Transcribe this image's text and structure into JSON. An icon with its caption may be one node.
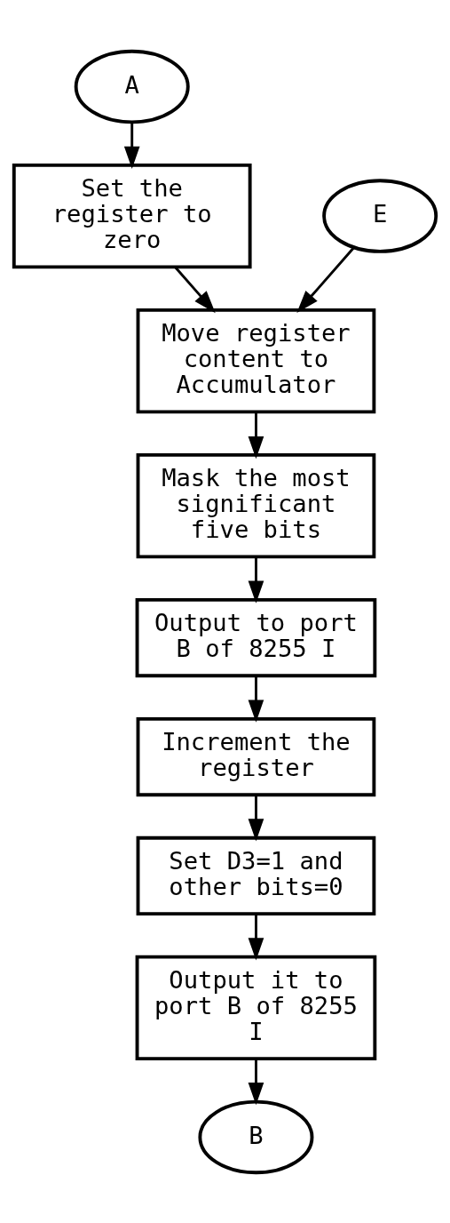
{
  "diagram": {
    "nodes": [
      {
        "text": [
          "A"
        ]
      },
      {
        "text": [
          "Set the register to zero"
        ]
      },
      {
        "text": [
          "E"
        ]
      },
      {
        "text": [
          "Move register content to Accumulator"
        ]
      },
      {
        "text": [
          "Mask the most significant five bits"
        ]
      },
      {
        "text": [
          "Output to port B of 8255 I"
        ]
      },
      {
        "text": [
          "Increment the register"
        ]
      },
      {
        "text": [
          "Set D3=1 and other bits=0"
        ]
      },
      {
        "text": [
          "Output it to port B of 8255 I"
        ]
      },
      {
        "text": [
          "B"
        ]
      }
    ],
    "edges": [
      {
        "from": 0,
        "to": 1,
        "arrow": "to"
      },
      {
        "from": 1,
        "to": 3,
        "arrow": "to"
      },
      {
        "from": 2,
        "to": 3,
        "arrow": "to"
      },
      {
        "from": 3,
        "to": 4,
        "arrow": "to"
      },
      {
        "from": 4,
        "to": 5,
        "arrow": "to"
      },
      {
        "from": 5,
        "to": 6,
        "arrow": "to"
      },
      {
        "from": 6,
        "to": 7,
        "arrow": "to"
      },
      {
        "from": 7,
        "to": 8,
        "arrow": "to"
      },
      {
        "from": 8,
        "to": 9,
        "arrow": "to"
      }
    ]
  }
}
